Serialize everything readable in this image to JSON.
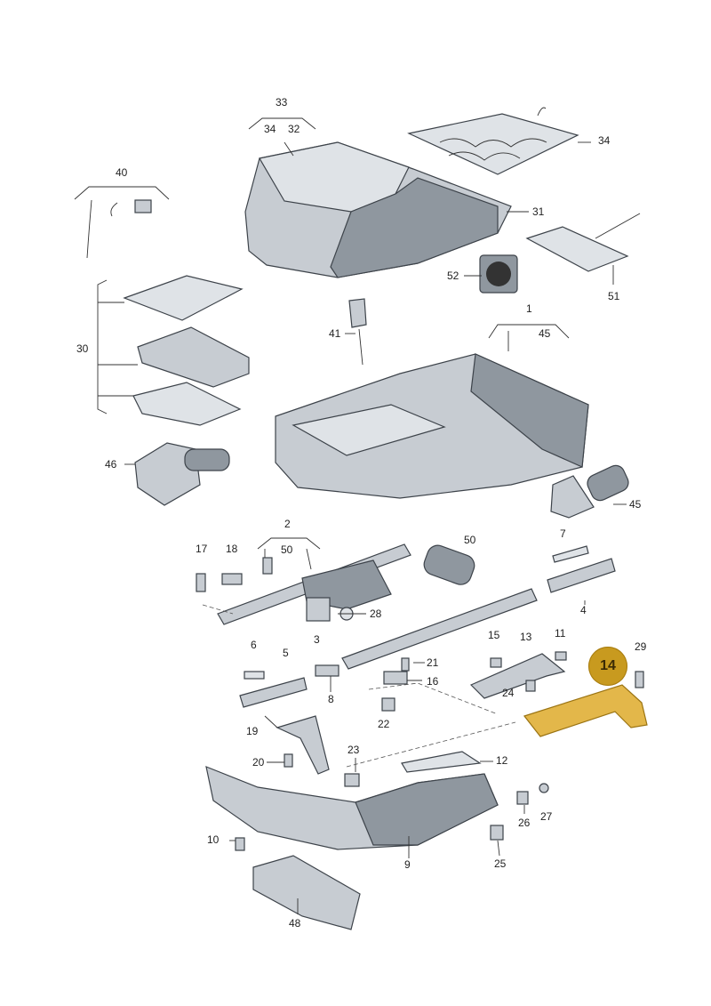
{
  "labels": {
    "l33": "33",
    "l34a": "34",
    "l32": "32",
    "l34b": "34",
    "l40": "40",
    "l31": "31",
    "l51": "51",
    "l52": "52",
    "l30": "30",
    "l41": "41",
    "l1": "1",
    "l45a": "45",
    "l46": "46",
    "l45b": "45",
    "l2": "2",
    "l50a": "50",
    "l17": "17",
    "l18": "18",
    "l50b": "50",
    "l7": "7",
    "l4": "4",
    "l28": "28",
    "l3": "3",
    "l6": "6",
    "l5": "5",
    "l15": "15",
    "l13": "13",
    "l11": "11",
    "l29": "29",
    "l21": "21",
    "l16": "16",
    "l8": "8",
    "l24": "24",
    "l22": "22",
    "l19": "19",
    "l23": "23",
    "l12": "12",
    "l20": "20",
    "l26": "26",
    "l27": "27",
    "l10": "10",
    "l9": "9",
    "l25": "25",
    "l48": "48"
  },
  "highlight": {
    "label": "14",
    "color": "#c89a1f"
  }
}
